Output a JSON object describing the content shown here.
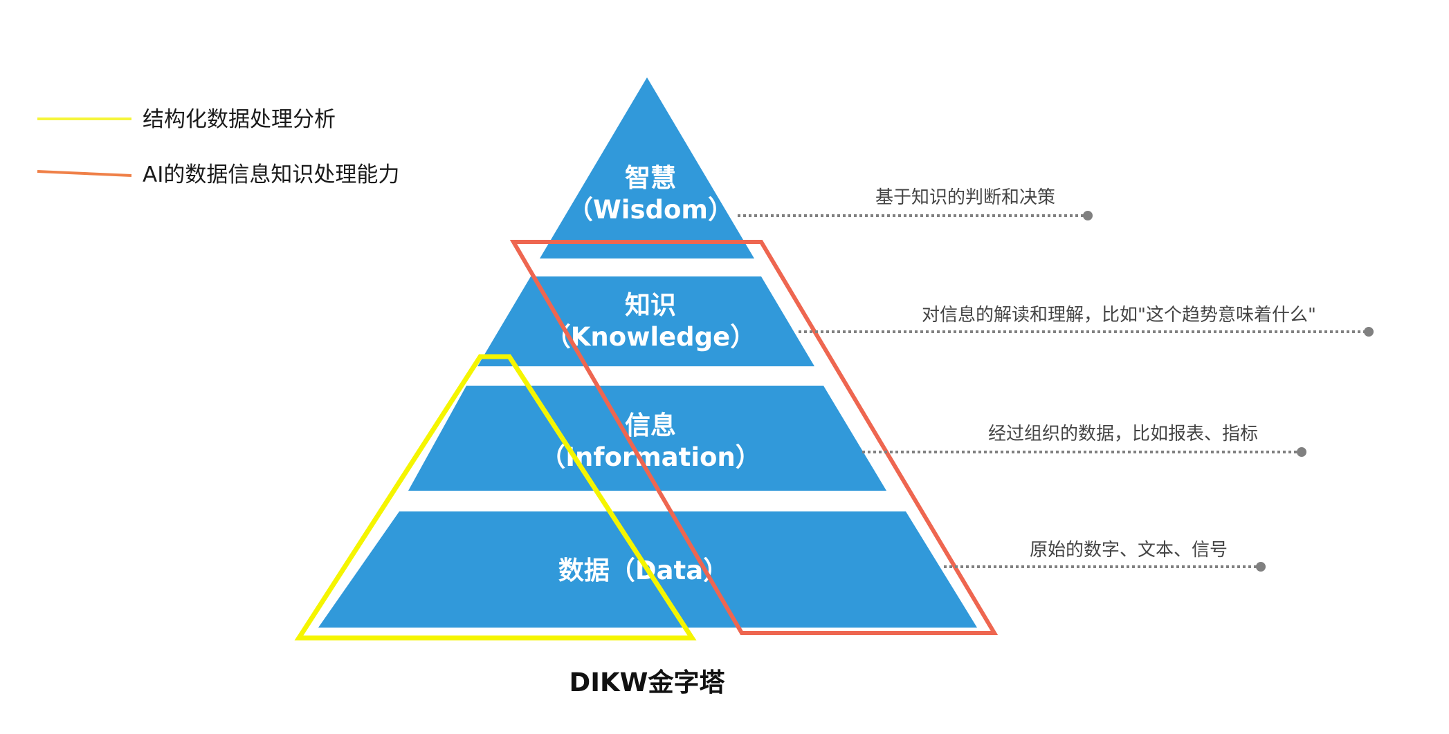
{
  "legend": [
    {
      "label": "结构化数据处理分析",
      "color": "#f5f53a"
    },
    {
      "label": "AI的数据信息知识处理能力",
      "color": "#ef8048"
    }
  ],
  "tiers": [
    {
      "title": "智慧",
      "subtitle": "（Wisdom）",
      "description": "基于知识的判断和决策"
    },
    {
      "title": "知识",
      "subtitle": "（Knowledge）",
      "description": "对信息的解读和理解，比如\"这个趋势意味着什么\""
    },
    {
      "title": "信息",
      "subtitle": "（Information）",
      "description": "经过组织的数据，比如报表、指标"
    },
    {
      "title": "数据（Data）",
      "subtitle": "",
      "description": "原始的数字、文本、信号"
    }
  ],
  "caption": "DIKW金字塔",
  "colors": {
    "pyramid_fill": "#3199da",
    "yellow_outline": "#f5f500",
    "red_outline": "#ee6650",
    "connector": "#808080"
  }
}
